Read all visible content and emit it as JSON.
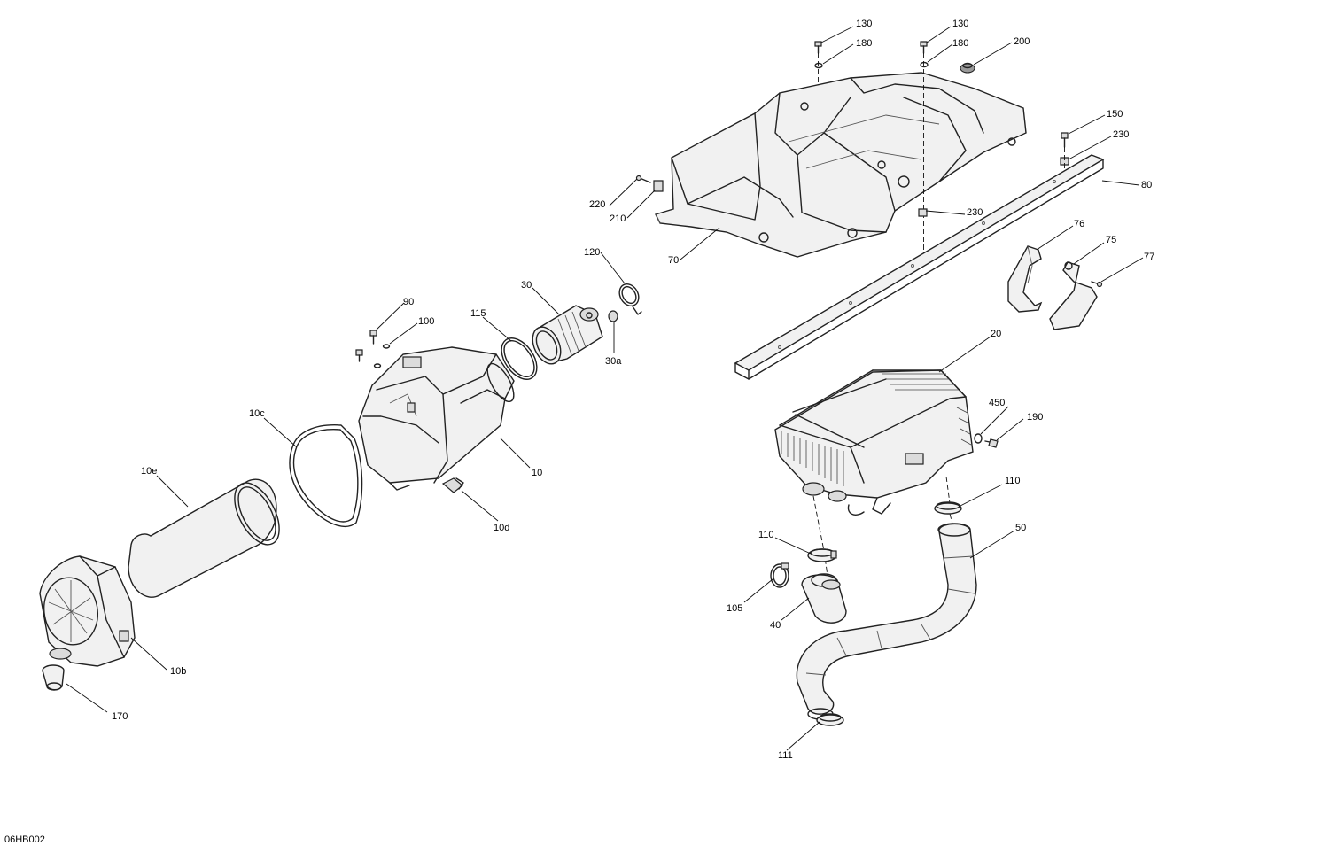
{
  "diagram_code": "06HB002",
  "labels": {
    "l130a": "130",
    "l130b": "130",
    "l180a": "180",
    "l180b": "180",
    "l200": "200",
    "l150": "150",
    "l230a": "230",
    "l80": "80",
    "l220": "220",
    "l210": "210",
    "l230b": "230",
    "l70": "70",
    "l120": "120",
    "l76": "76",
    "l75": "75",
    "l77": "77",
    "l30": "30",
    "l90": "90",
    "l115": "115",
    "l100": "100",
    "l30a": "30a",
    "l20": "20",
    "l10c": "10c",
    "l450": "450",
    "l190": "190",
    "l10": "10",
    "l10e": "10e",
    "l10d": "10d",
    "l110a": "110",
    "l110b": "110",
    "l50": "50",
    "l105": "105",
    "l40": "40",
    "l10b": "10b",
    "l170": "170",
    "l111": "111"
  }
}
